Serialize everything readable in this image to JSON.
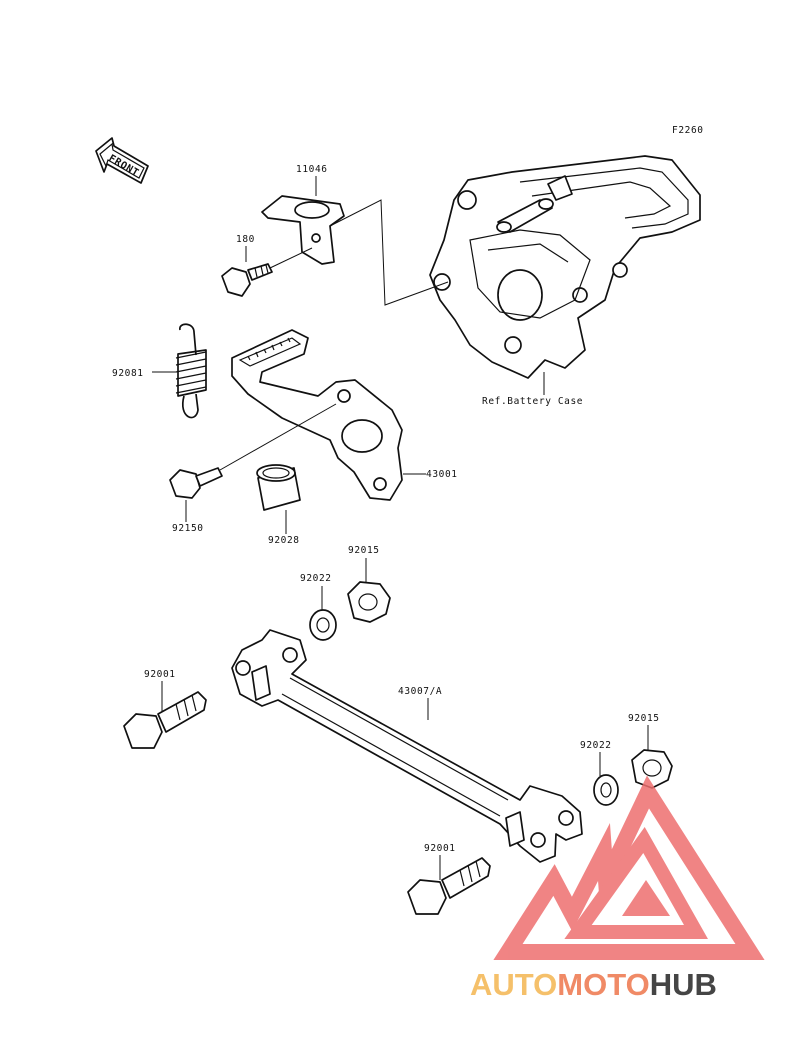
{
  "figure_code": "F2260",
  "front_label": "FRONT",
  "reference_label": "Ref.Battery Case",
  "parts": {
    "bracket": "11046",
    "bolt_bracket": "180",
    "spring": "92081",
    "pedal": "43001",
    "bolt_pedal": "92150",
    "collar": "92028",
    "nut_upper": "92015",
    "washer_upper": "92022",
    "rod": "43007/A",
    "bolt_left": "92001",
    "washer_lower": "92022",
    "nut_lower": "92015",
    "bolt_lower": "92001"
  },
  "watermark": {
    "part1": "AUTO",
    "part2": "MOTO",
    "part3": "HUB",
    "colors": {
      "triangle": "#ee6f6f",
      "auto": "#f5c06a",
      "moto": "#f08a66",
      "hub": "#454545"
    }
  }
}
